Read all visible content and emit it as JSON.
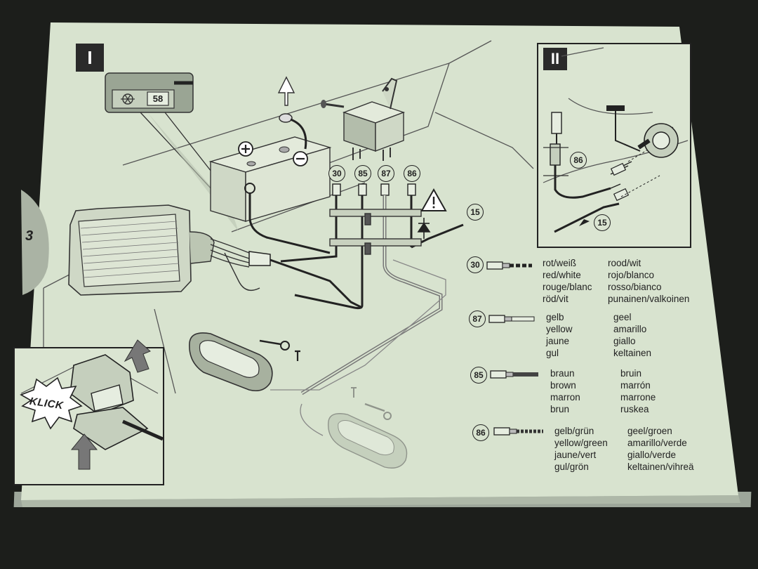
{
  "panel_1": {
    "roman": "I",
    "fuse_number": "58",
    "terminal_numbers": [
      "30",
      "85",
      "87",
      "86"
    ],
    "ignition_number": "15",
    "klick_label": "KLICK"
  },
  "panel_2": {
    "roman": "II",
    "terminal_number": "86",
    "ignition_number": "15"
  },
  "page_number": "3",
  "legend": [
    {
      "terminal": "30",
      "left": [
        "rot/weiß",
        "red/white",
        "rouge/blanc",
        "röd/vit"
      ],
      "right": [
        "rood/wit",
        "rojo/blanco",
        "rosso/bianco",
        "punainen/valkoinen"
      ]
    },
    {
      "terminal": "87",
      "left": [
        "gelb",
        "yellow",
        "jaune",
        "gul"
      ],
      "right": [
        "geel",
        "amarillo",
        "giallo",
        "keltainen"
      ]
    },
    {
      "terminal": "85",
      "left": [
        "braun",
        "brown",
        "marron",
        "brun"
      ],
      "right": [
        "bruin",
        "marrón",
        "marrone",
        "ruskea"
      ]
    },
    {
      "terminal": "86",
      "left": [
        "gelb/grün",
        "yellow/green",
        "jaune/vert",
        "gul/grön"
      ],
      "right": [
        "geel/groen",
        "amarillo/verde",
        "giallo/verde",
        "keltainen/vihreä"
      ]
    }
  ],
  "colors": {
    "paper": "#d8e3cf",
    "ink": "#222222",
    "background": "#1c1e1b"
  }
}
